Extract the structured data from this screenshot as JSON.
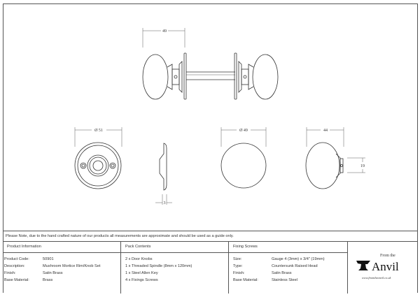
{
  "dimensions": {
    "knob_depth": "49",
    "rose_diameter": "Ø 51",
    "rose_thickness": "3",
    "knob_diameter": "Ø 49",
    "knob_projection": "44",
    "neck_diameter": "19"
  },
  "note": "Please Note, due to the hand crafted nature of our products all measurements are approximate and should be used as a guide only.",
  "product_info": {
    "heading": "Product Information",
    "rows": [
      {
        "label": "Product Code:",
        "value": "50901"
      },
      {
        "label": "Description:",
        "value": "Mushroom Mortice Rim/Knob Set"
      },
      {
        "label": "Finish:",
        "value": "Satin Brass"
      },
      {
        "label": "Base Material:",
        "value": "Brass"
      }
    ]
  },
  "pack_contents": {
    "heading": "Pack Contents",
    "items": [
      "2 x Door Knobs",
      "1 x Threaded Spindle (8mm x 120mm)",
      "1 x Steel Allen Key",
      "4 x Fixings Screws"
    ]
  },
  "fixing_screws": {
    "heading": "Fixing Screws",
    "rows": [
      {
        "label": "Size:",
        "value": "Gauge 4 (3mm) x 3/4\" (19mm)"
      },
      {
        "label": "Type:",
        "value": "Countersunk Raised Head"
      },
      {
        "label": "Finish:",
        "value": "Satin Brass"
      },
      {
        "label": "Base Material:",
        "value": "Stainless Steel"
      }
    ]
  },
  "logo": {
    "small": "From the",
    "big": "Anvil",
    "url": "www.fromtheanvil.co.uk"
  }
}
